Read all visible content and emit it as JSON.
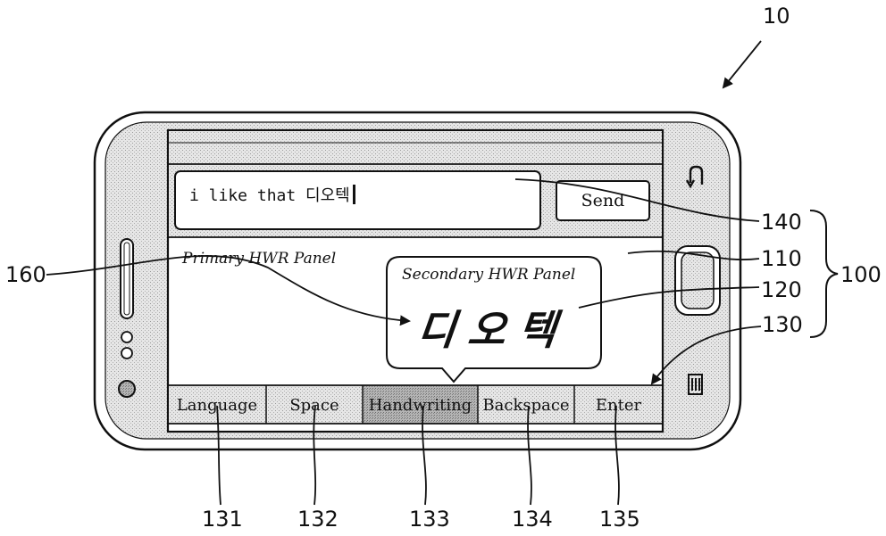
{
  "labels": {
    "device": "10",
    "hwr_system": "100",
    "primary_panel": "110",
    "secondary_panel": "120",
    "keyboard_bar": "130",
    "language_key": "131",
    "space_key": "132",
    "handwriting_key": "133",
    "backspace_key": "134",
    "enter_key": "135",
    "input_field": "140",
    "handwriting_input": "160"
  },
  "screen": {
    "message_text": "i like that 디오텍",
    "send_label": "Send",
    "primary_panel_label": "Primary HWR Panel",
    "secondary_panel_label": "Secondary HWR Panel",
    "handwriting_text": "디오텍"
  },
  "keys": [
    {
      "label": "Language",
      "active": false
    },
    {
      "label": "Space",
      "active": false
    },
    {
      "label": "Handwriting",
      "active": true
    },
    {
      "label": "Backspace",
      "active": false
    },
    {
      "label": "Enter",
      "active": false
    }
  ],
  "colors": {
    "line": "#111111",
    "screen_fill": "#ffffff",
    "stipple": "#d4d4d4",
    "active_key": "#a8a8a8"
  }
}
